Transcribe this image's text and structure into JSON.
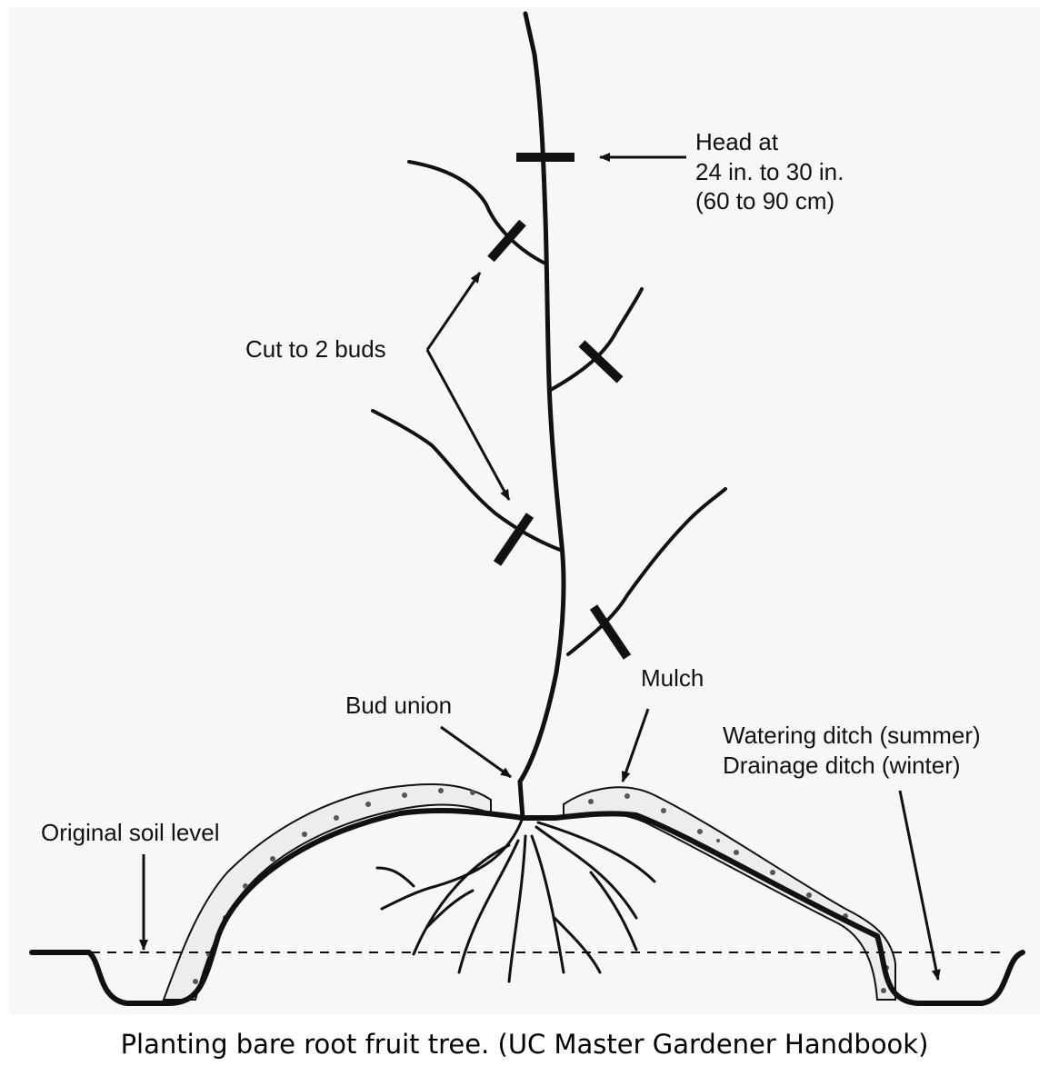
{
  "labels": {
    "head_line1": "Head at",
    "head_line2": "24 in. to 30 in.",
    "head_line3": "(60 to 90 cm)",
    "cut": "Cut to 2 buds",
    "mulch": "Mulch",
    "bud_union": "Bud union",
    "ditch_line1": "Watering ditch (summer)",
    "ditch_line2": "Drainage ditch (winter)",
    "soil_level": "Original soil level"
  },
  "caption": "Planting bare root fruit tree. (UC Master Gardener Handbook)"
}
